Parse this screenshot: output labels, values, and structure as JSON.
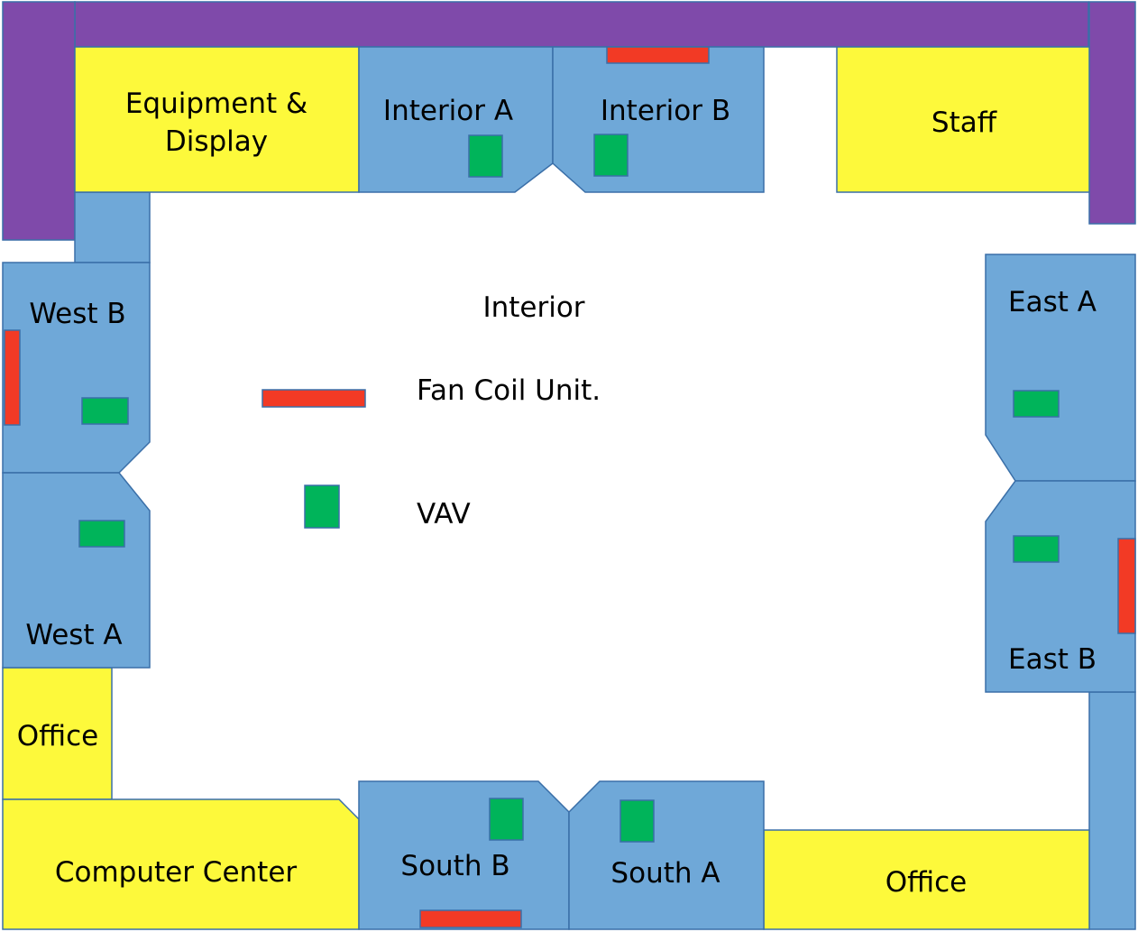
{
  "labels": {
    "equipment_display_line1": "Equipment &",
    "equipment_display_line2": "Display",
    "interior_a": "Interior A",
    "interior_b": "Interior B",
    "staff": "Staff",
    "west_b": "West B",
    "west_a": "West A",
    "interior": "Interior",
    "east_a": "East A",
    "east_b": "East B",
    "office_left": "Office",
    "computer_center": "Computer Center",
    "south_b": "South B",
    "south_a": "South A",
    "office_right": "Office"
  },
  "legend": {
    "fan_coil_unit": "Fan Coil Unit.",
    "vav": "VAV"
  },
  "colors": {
    "wall": "#7f4aaa",
    "hvac_zone": "#6fa8d8",
    "room": "#fdf93b",
    "fan_coil_unit": "#f23a25",
    "vav": "#00b45a",
    "outline": "#3a6fa8"
  }
}
